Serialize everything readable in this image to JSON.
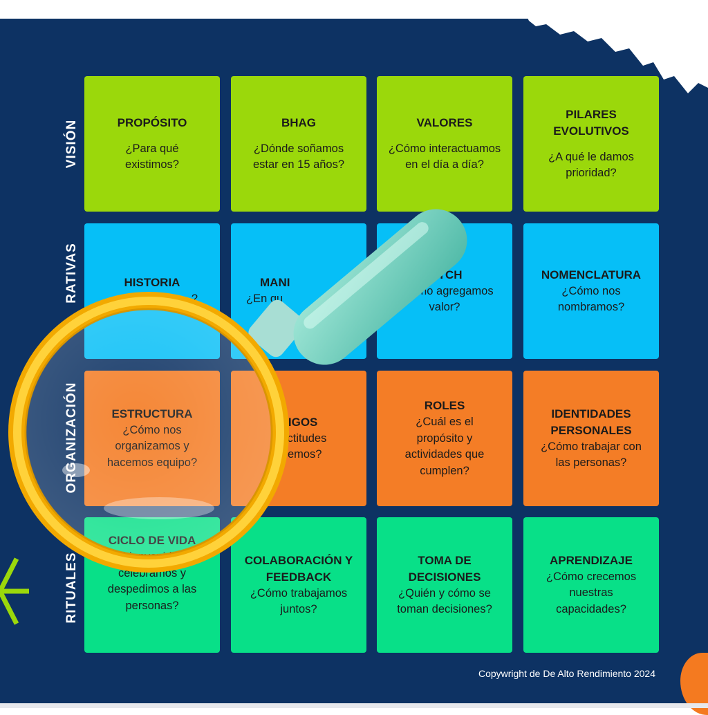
{
  "rows": [
    {
      "label": "VISIÓN",
      "cells": [
        {
          "title": "PROPÓSITO",
          "question": "¿Para qué existimos?"
        },
        {
          "title": "BHAG",
          "question": "¿Dónde soñamos estar en 15 años?"
        },
        {
          "title": "VALORES",
          "question": "¿Cómo interactuamos en el día a día?"
        },
        {
          "title": "PILARES EVOLUTIVOS",
          "question": "¿A qué le damos prioridad?"
        }
      ]
    },
    {
      "label": "NARRATIVAS",
      "visible_label": "RATIVAS",
      "cells": [
        {
          "title": "HISTORIA",
          "question": "?"
        },
        {
          "title": "MANI",
          "question": "¿En qu"
        },
        {
          "title": "PITCH",
          "question": "¿Cómo agregamos valor?"
        },
        {
          "title": "NOMENCLATURA",
          "question": "¿Cómo nos nombramos?"
        }
      ]
    },
    {
      "label": "ORGANIZACIÓN",
      "cells": [
        {
          "title": "ESTRUCTURA",
          "question": "¿Cómo nos organizamos y hacemos equipo?"
        },
        {
          "title": "DIGOS",
          "question": "¿ actitudes ovemos?"
        },
        {
          "title": "ROLES",
          "question": "¿Cuál es el propósito y actividades que cumplen?"
        },
        {
          "title": "IDENTIDADES PERSONALES",
          "question": "¿Cómo trabajar con las personas?"
        }
      ]
    },
    {
      "label": "RITUALES",
      "cells": [
        {
          "title": "CICLO DE VIDA",
          "question": "bienvenida, celebramos y despedimos a las personas?"
        },
        {
          "title": "COLABORACIÓN Y FEEDBACK",
          "question": "¿Cómo trabajamos juntos?"
        },
        {
          "title": "TOMA DE DECISIONES",
          "question": "¿Quién y cómo se toman decisiones?"
        },
        {
          "title": "APRENDIZAJE",
          "question": "¿Cómo crecemos nuestras capacidades?"
        }
      ]
    }
  ],
  "copyright": "Copywright de De Alto Rendimiento 2024",
  "icons": [
    "burst-logo-icon",
    "magnifying-glass-icon"
  ],
  "colors": {
    "background": "#0d3263",
    "vision": "#9bd80b",
    "narrativas": "#06bff7",
    "organizacion": "#f47d26",
    "rituales": "#08e088",
    "magnifier_ring": "#f6b400"
  }
}
